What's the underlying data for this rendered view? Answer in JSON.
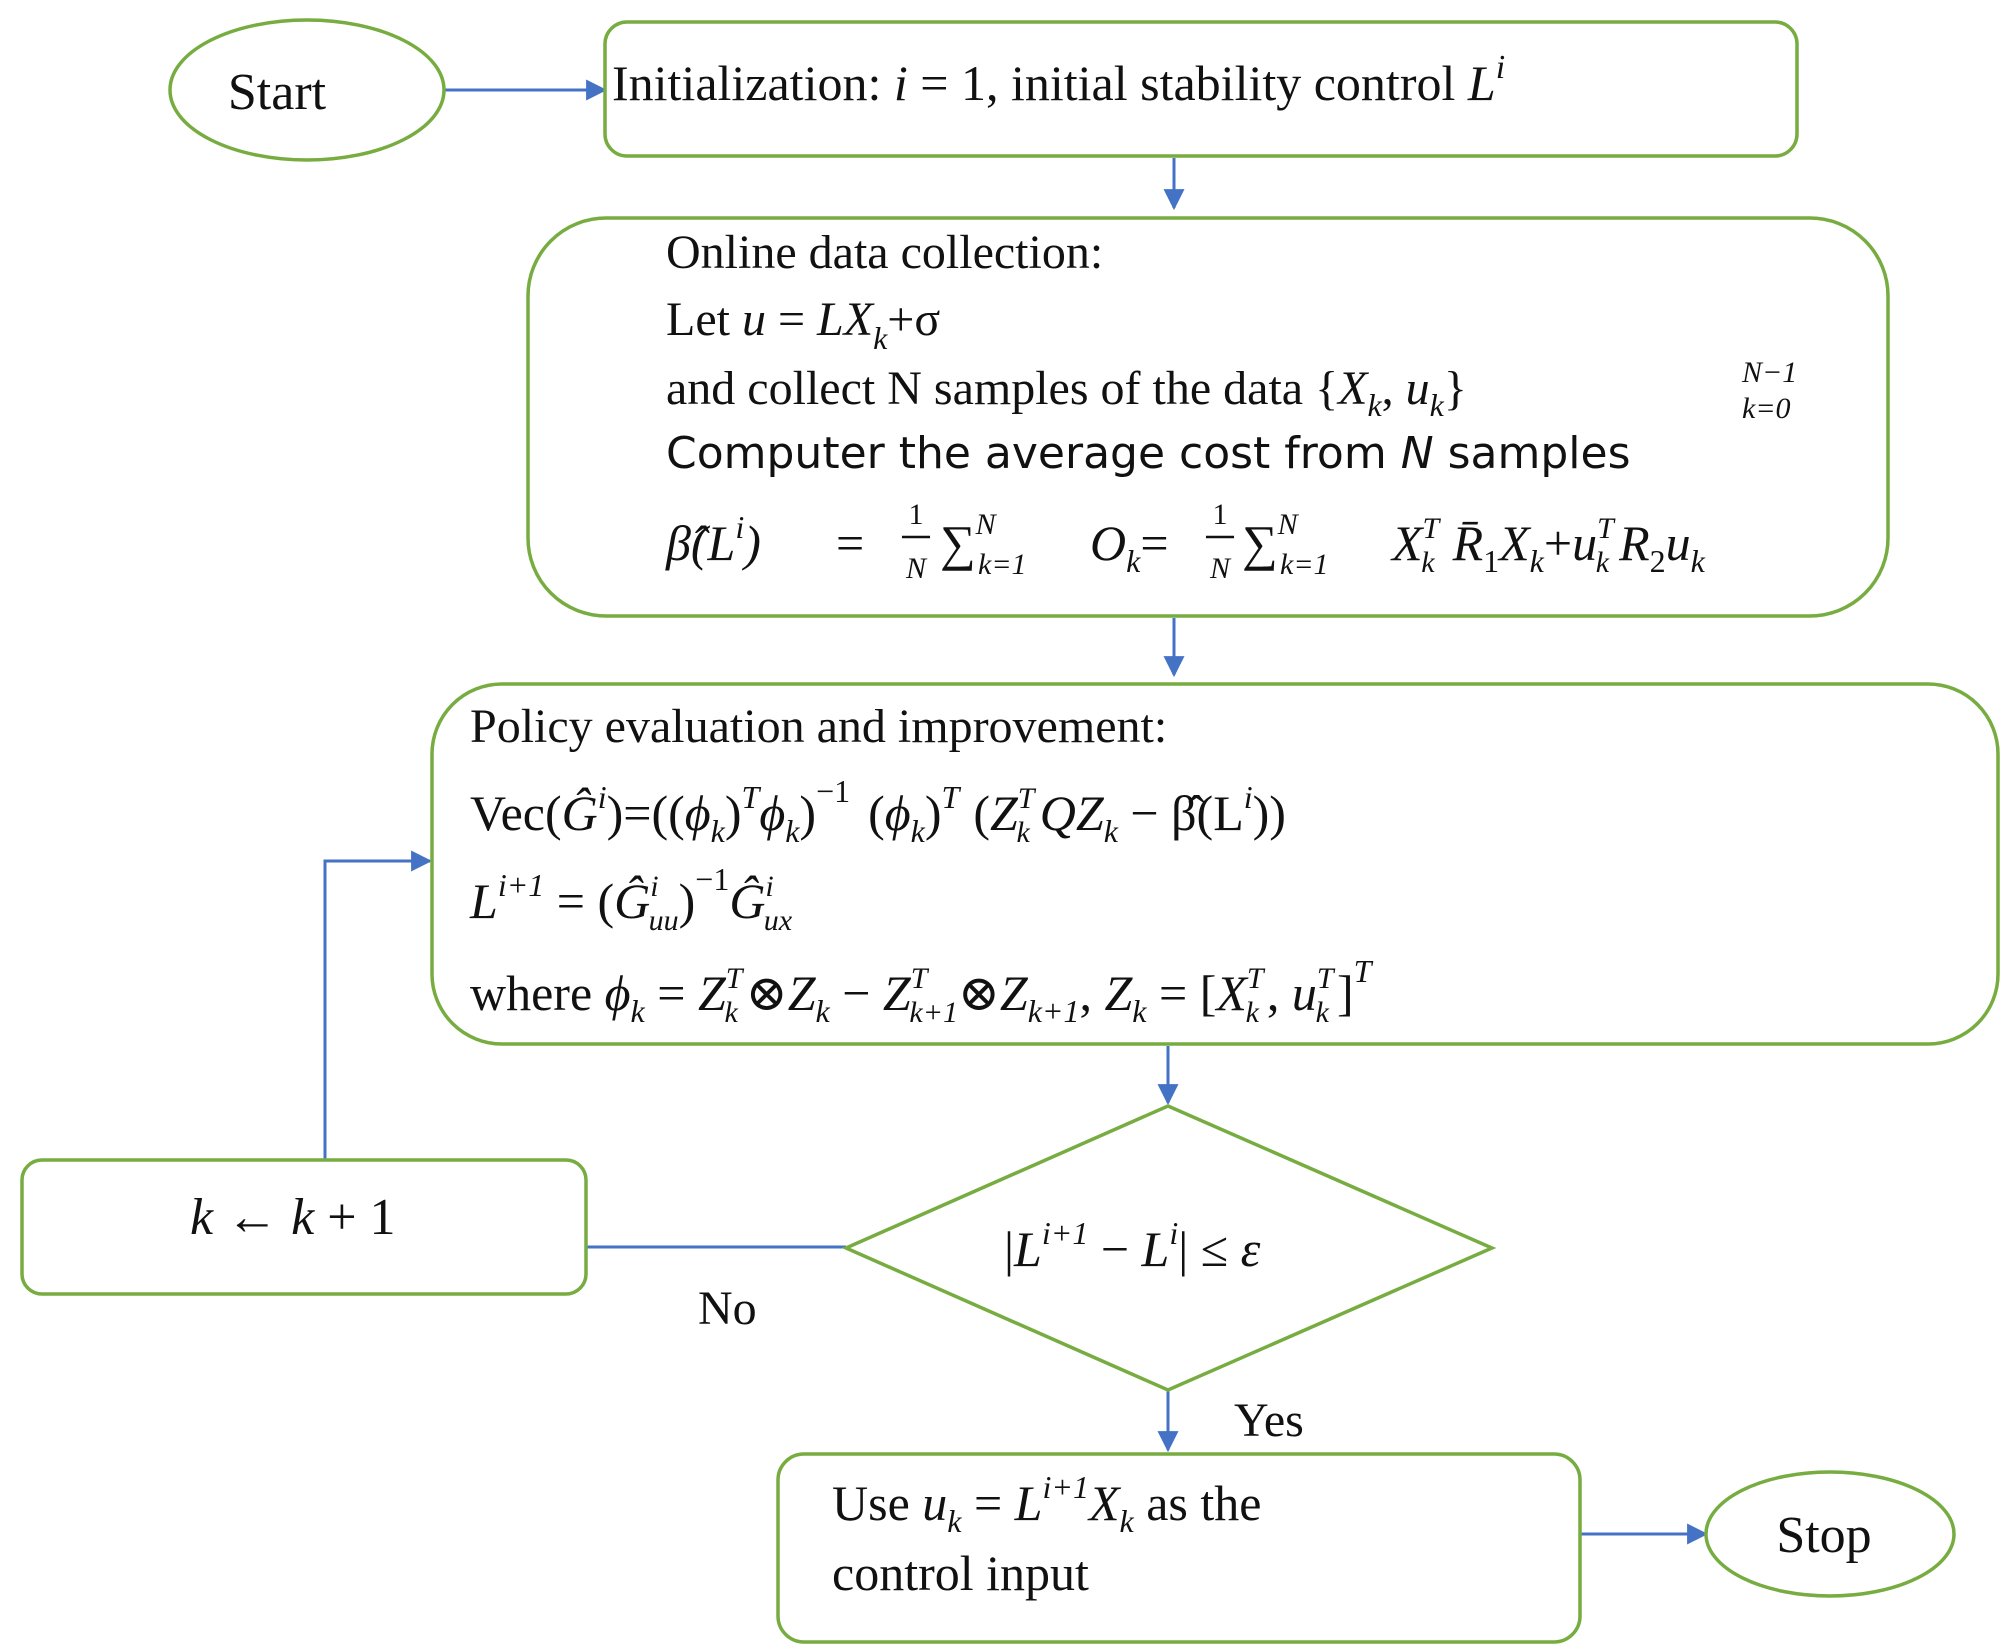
{
  "nodes": {
    "start": {
      "label": "Start"
    },
    "init": {
      "prefix": "Initialization: ",
      "i_sym": "i",
      "eq_one": " = 1, initial stability control ",
      "L_sym": "L",
      "sup_i": "i"
    },
    "collect": {
      "title": "Online data collection:",
      "let_label": "Let ",
      "u_sym": "u",
      "eq_sign": " = ",
      "LX_sym": "LX",
      "k_sub": "k",
      "plus_sigma": "+σ",
      "samples_text": "and collect N samples of the data {",
      "Xk_sym": "X",
      "comma": ", ",
      "uk_sym": "u",
      "brace_close": "}",
      "sup_N1": "N−1",
      "sub_k0": "k=0",
      "compute_label": "Computer the average cost from ",
      "N_sym": "N",
      "samples_label": " samples",
      "formula_lhs": "β̂(L",
      "formula_lhs_sup": "i",
      "formula_lhs_close": ")",
      "formula_eq": "=",
      "formula_frac_num": "1",
      "formula_frac_den": "N",
      "sum_sym": "∑",
      "sum_sup": "N",
      "sum_sub": "k=1",
      "O_sym": "O",
      "O_sub": "k",
      "formula_eq2": "=",
      "X_sym": "X",
      "X_sup": "T",
      "X_sub": "k",
      "R1_sym": "R̄",
      "R1_sub": "1",
      "X2_sym": "X",
      "X2_sub": "k",
      "plus": "+",
      "u_sym2": "u",
      "u_sup": "T",
      "u_sub": "k",
      "R2_sym": "R",
      "R2_sub": "2",
      "u3_sym": "u",
      "u3_sub": "k"
    },
    "policy": {
      "title": "Policy evaluation and improvement:",
      "vec_label": "Vec(",
      "G_sym": "Ĝ",
      "G_sup": "i",
      "vec_eq": ")=((",
      "phi1": "ϕ",
      "phi1_sub": "k",
      "close_T": ")",
      "T1": "T",
      "phi2": "ϕ",
      "phi2_sub": "k",
      "close_inv": ")",
      "inv": "−1",
      "open_phi3": "(",
      "phi3": "ϕ",
      "phi3_sub": "k",
      "close_phi3": ")",
      "T2": "T",
      "open_Z": "(",
      "Z1": "Z",
      "Z1_sup": "T",
      "Z1_sub": "k",
      "Q": "QZ",
      "Q_sub": "k",
      "minus_beta": " − β̂(L",
      "beta_sup": "i",
      "close_all": "))",
      "L_next": "L",
      "L_next_sup": "i+1",
      "L_eq": " = (",
      "Guu": "Ĝ",
      "Guu_sup": "i",
      "Guu_sub": "uu",
      "Guu_close": ")",
      "Guu_inv": "−1",
      "Gux": "Ĝ",
      "Gux_sup": "i",
      "Gux_sub": "ux",
      "where_label": "where ",
      "w_phi": "ϕ",
      "w_phi_sub": "k",
      "w_eq": " = ",
      "w_Z1": "Z",
      "w_Z1_sup": "T",
      "w_Z1_sub": "k",
      "w_otimes1": "⊗",
      "w_Z2": "Z",
      "w_Z2_sub": "k",
      "w_minus": " − ",
      "w_Z3": "Z",
      "w_Z3_sup": "T",
      "w_Z3_sub": "k+1",
      "w_otimes2": "⊗",
      "w_Z4": "Z",
      "w_Z4_sub": "k+1",
      "w_comma": ",  ",
      "w_Zk": "Z",
      "w_Zk_sub": "k",
      "w_eq2": " = [",
      "w_X": "X",
      "w_X_sup": "T",
      "w_X_sub": "k",
      "w_c": ", ",
      "w_u": "u",
      "w_u_sup": "T",
      "w_u_sub": "k",
      "w_close": "]",
      "w_T": "T"
    },
    "increment": {
      "k1": "k",
      "arrow": " ← ",
      "k2": "k",
      "plus_one": " + 1"
    },
    "decision": {
      "open": "|",
      "L1": "L",
      "L1_sup": "i+1",
      "minus": " − ",
      "L2": "L",
      "L2_sup": "i",
      "close": "| ≤ ",
      "eps": "ε"
    },
    "use": {
      "line1_prefix": "Use ",
      "u": "u",
      "u_sub": "k",
      "eq": " = ",
      "L": "L",
      "L_sup": "i+1",
      "X": "X",
      "X_sub": "k",
      "line1_suffix": "  as the",
      "line2": "control input"
    },
    "stop": {
      "label": "Stop"
    }
  },
  "edge_labels": {
    "no": "No",
    "yes": "Yes"
  },
  "colors": {
    "node_border": "#77ac41",
    "edge": "#4472c4",
    "text": "#111111"
  }
}
